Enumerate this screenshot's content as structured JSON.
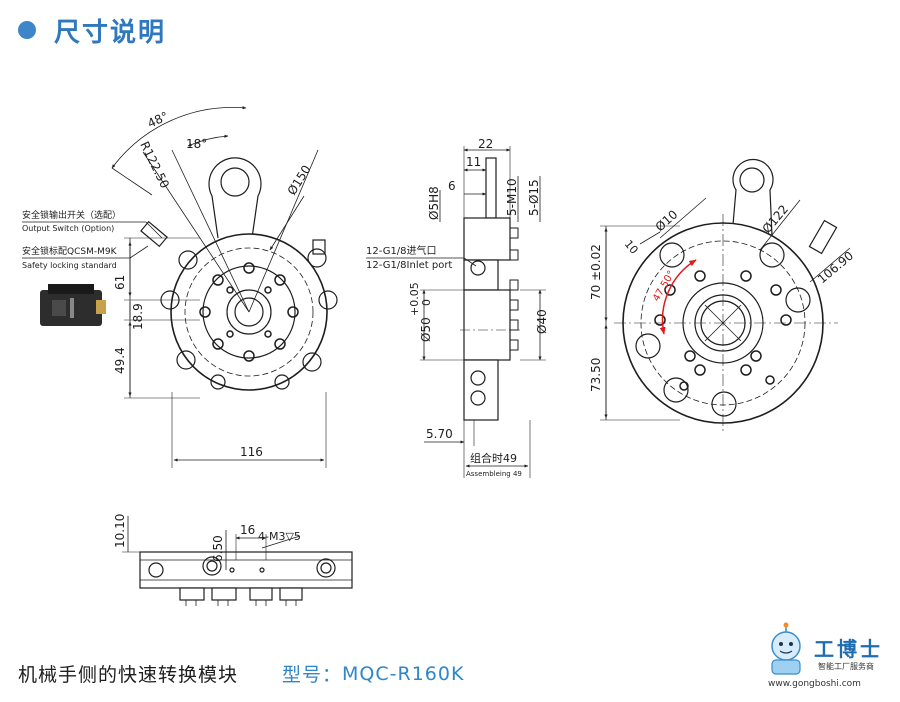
{
  "header": {
    "title": "尺寸说明"
  },
  "front_view": {
    "angle_48": "48°",
    "angle_18": "18°",
    "radius": "R122.50",
    "dia_150": "Ø150",
    "dim_61": "61",
    "dim_18_9": "18.9",
    "dim_49_4": "49.4",
    "dim_116": "116",
    "callout_switch_cn": "安全锁输出开关（选配）",
    "callout_switch_en": "Output Switch (Option)",
    "callout_lock_cn": "安全锁标配QCSM-M9K",
    "callout_lock_en": "Safety locking standard"
  },
  "side_view": {
    "dim_22": "22",
    "dim_11": "11",
    "dim_6": "6",
    "dim_5h8": "Ø5H8",
    "m10": "5-M10",
    "dia15": "5-Ø15",
    "port_cn": "12-G1/8进气口",
    "port_en": "12-G1/8Inlet port",
    "tol": "+0.05",
    "tol0": "0",
    "dia50": "Ø50",
    "dia40": "Ø40",
    "dim_5_70": "5.70",
    "assembly_cn": "组合时49",
    "assembly_en": "Assembleing 49"
  },
  "rear_view": {
    "dia10": "Ø10",
    "dim10": "10",
    "dia122": "Ø122",
    "r106": "106.90",
    "angle_red": "47.50°",
    "dim_70": "70 ±0.02",
    "dim_73_5": "73.50"
  },
  "bottom_view": {
    "dim_10_10": "10.10",
    "dim_6_50": "6.50",
    "dim_16": "16",
    "m3": "4-M3▽5"
  },
  "footer": {
    "product_name": "机械手侧的快速转换模块",
    "model_label": "型号：",
    "model_value": "MQC-R160K"
  },
  "brand": {
    "name": "工博士",
    "sub": "智能工厂服务商",
    "url": "www.gongboshi.com"
  },
  "colors": {
    "accent": "#2f78bd",
    "dimension_red": "#e11a1a"
  }
}
